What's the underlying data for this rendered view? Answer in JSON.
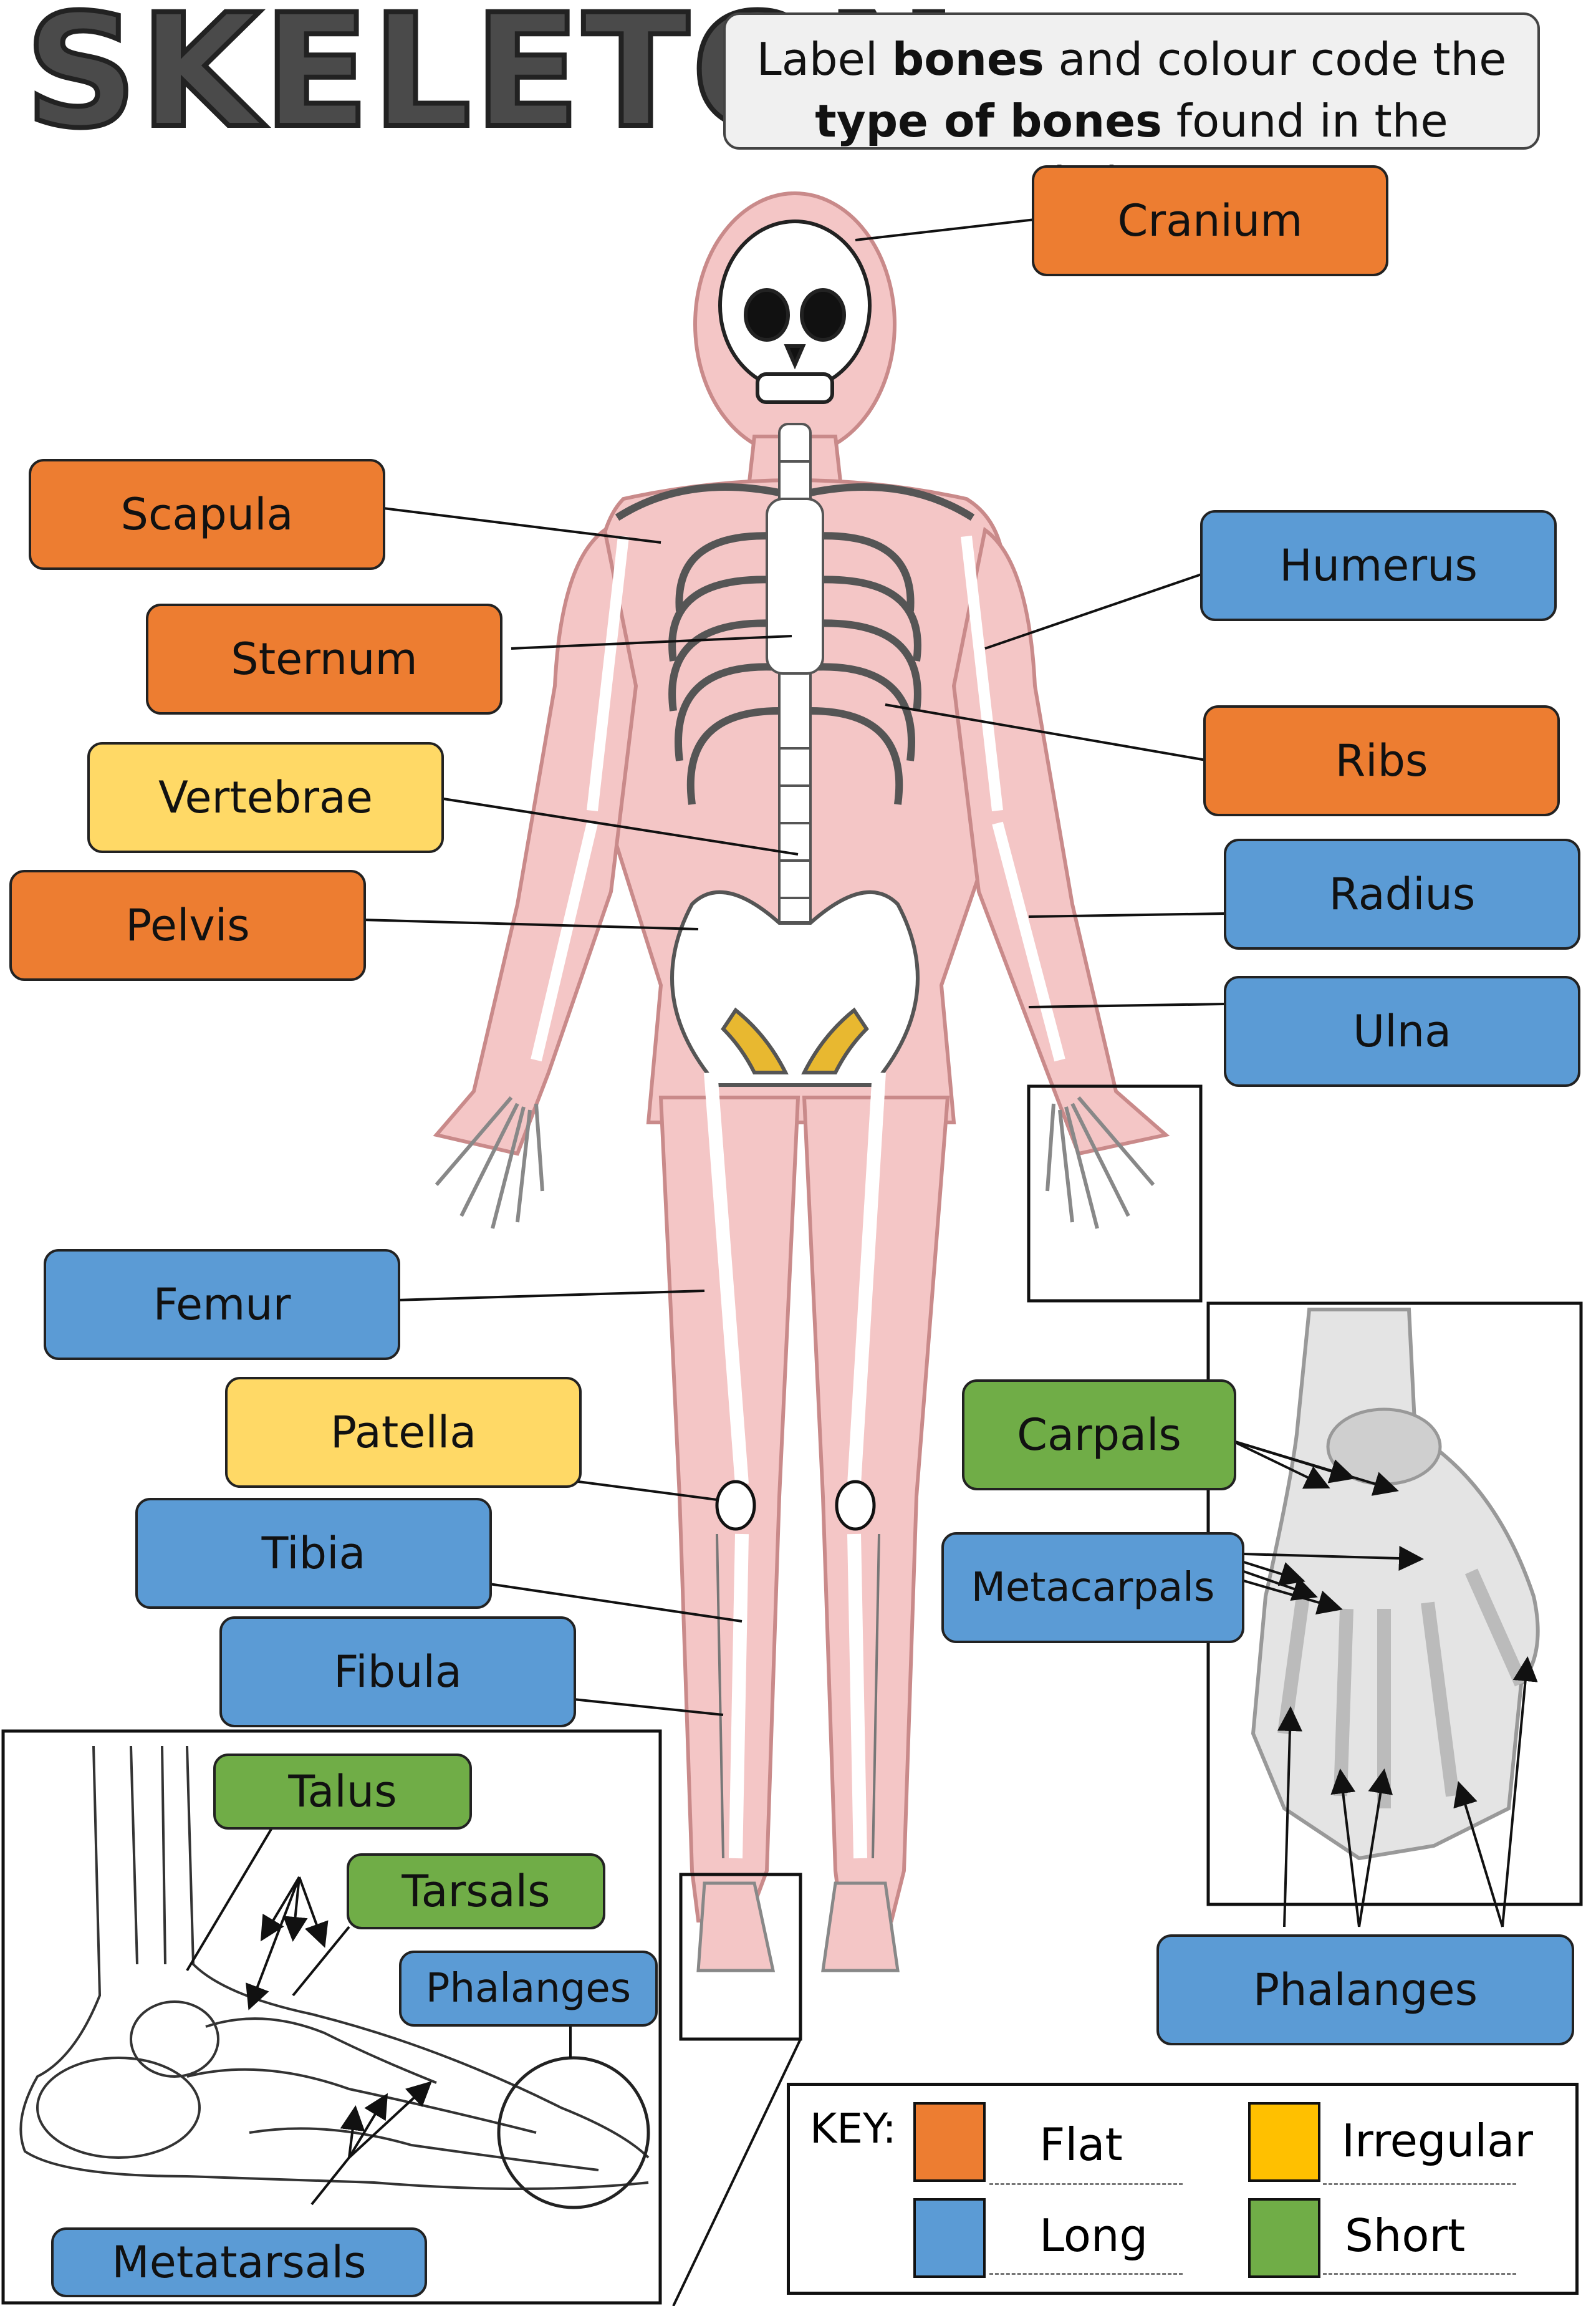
{
  "title": "SKELETON",
  "instructions": {
    "line1_prefix": "Label ",
    "line1_bold": "bones",
    "line1_suffix": " and colour code the",
    "line2_bold": "type of bones",
    "line2_suffix": " found in the skeleton."
  },
  "labels": {
    "cranium": "Cranium",
    "scapula": "Scapula",
    "humerus": "Humerus",
    "sternum": "Sternum",
    "ribs": "Ribs",
    "vertebrae": "Vertebrae",
    "radius": "Radius",
    "pelvis": "Pelvis",
    "ulna": "Ulna",
    "femur": "Femur",
    "carpals": "Carpals",
    "patella": "Patella",
    "metacarpals": "Metacarpals",
    "tibia": "Tibia",
    "fibula": "Fibula",
    "talus": "Talus",
    "tarsals": "Tarsals",
    "phalanges_foot": "Phalanges",
    "phalanges_hand": "Phalanges",
    "metatarsals": "Metatarsals"
  },
  "key": {
    "title": "KEY:",
    "flat": "Flat",
    "irregular": "Irregular",
    "long": "Long",
    "short": "Short"
  },
  "colors": {
    "flat": "#ed7d31",
    "long": "#5b9bd5",
    "irregular": "#ffd966",
    "short": "#70ad47",
    "skin": "#f4c6c6"
  }
}
